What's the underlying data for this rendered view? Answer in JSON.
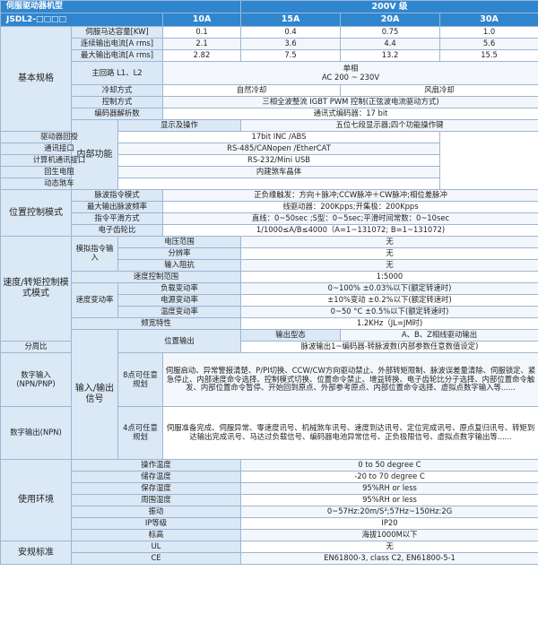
{
  "header": {
    "model_label": "伺服驱动器机型",
    "model_code": "JSDL2-□□□□",
    "voltage": "200V 级",
    "models": [
      "10A",
      "15A",
      "20A",
      "30A"
    ]
  },
  "basic": {
    "category": "基本规格",
    "motor_capacity": {
      "label": "伺服马达容量[KW]",
      "values": [
        "0.1",
        "0.4",
        "0.75",
        "1.0"
      ]
    },
    "continuous_current": {
      "label": "连续输出电流[A rms]",
      "values": [
        "2.1",
        "3.6",
        "4.4",
        "5.6"
      ]
    },
    "max_current": {
      "label": "最大输出电流[A rms]",
      "values": [
        "2.82",
        "7.5",
        "13.2",
        "15.5"
      ]
    },
    "main_circuit": {
      "label": "主回路 L1、L2",
      "value_line1": "单相",
      "value_line2": "AC 200 ~ 230V"
    },
    "cooling": {
      "label": "冷却方式",
      "value_a": "自然冷却",
      "value_b": "风扇冷却"
    },
    "control": {
      "label": "控制方式",
      "value": "三相全波整流 IGBT PWM 控制(正弦波电流驱动方式)"
    },
    "encoder": {
      "label": "编码器解析数",
      "value": "通讯式编码器：17 bit"
    }
  },
  "internal": {
    "category": "内部功能",
    "rows": [
      {
        "label": "显示及操作",
        "value": "五位七段显示器;四个功能操作键"
      },
      {
        "label": "驱动器回授",
        "value": "17bit INC /ABS"
      },
      {
        "label": "通讯接口",
        "value": "RS-485/CANopen /EtherCAT"
      },
      {
        "label": "计算机通讯接口",
        "value": "RS-232/Mini USB"
      },
      {
        "label": "回生电阻",
        "value": "内建煞车晶体"
      },
      {
        "label": "动态煞车",
        "value": ""
      }
    ]
  },
  "position": {
    "category": "位置控制模式",
    "rows": [
      {
        "label": "脉波指令模式",
        "value": "正负缘触发：方向＋脉冲;CCW脉冲＋CW脉冲;相位差脉冲"
      },
      {
        "label": "最大输出脉波频率",
        "value": "线驱动器：200Kpps;开集极：200Kpps"
      },
      {
        "label": "指令平滑方式",
        "value": "直线：0~50sec ;S型：0~5sec;平滑时间常数：0~10sec"
      },
      {
        "label": "电子齿轮比",
        "value": "1/1000≤A/B≤4000（A=1~131072; B=1~131072)"
      }
    ]
  },
  "speed": {
    "category": "速度/转矩控制模式模式",
    "analog_label": "模拟指令输入",
    "voltage_range": {
      "label": "电压范围",
      "value": "无"
    },
    "resolution": {
      "label": "分辨率",
      "value": "无"
    },
    "impedance": {
      "label": "输入阻抗",
      "value": "无"
    },
    "control_range": {
      "label": "速度控制范围",
      "value": "1:5000"
    },
    "variation_label": "速度变动率",
    "load": {
      "label": "负载变动率",
      "value": "0~100% ±0.03%以下(额定转速时)"
    },
    "power": {
      "label": "电源变动率",
      "value": "±10%变动 ±0.2%以下(额定转速时)"
    },
    "temp": {
      "label": "温度变动率",
      "value": "0~50 °C  ±0.5%以下(额定转速时)"
    },
    "bandwidth": {
      "label": "频宽特性",
      "value": "1.2KHz（JL=JM时)"
    }
  },
  "io": {
    "category": "输入/输出信号",
    "pos_output": "位置输出",
    "output_type": {
      "label": "输出型态",
      "value": "A、B、Z相线驱动输出"
    },
    "divide": {
      "label": "分周比",
      "value": "脉波输出1~编码器-转脉波数(内部参数任意数值设定)"
    },
    "din": {
      "label": "数字输入(NPN/PNP)",
      "count": "8点可任意规划",
      "value": "伺服启动、异常警报清楚、P/PI切换、CCW/CW方向驱动禁止、外部转矩限制、脉波误差量清除、伺服锁定、紧急停止、内部速度命令选择、控制模式切换、位置命令禁止、增益转换、电子齿轮比分子选择、内部位置命令触发、内部位置命令暂停、开始回到原点、外部参考原点、内部位置命令选择、虚拟点数字输入等......"
    },
    "dout": {
      "label": "数字输出(NPN)",
      "count": "4点可任意规划",
      "value": "伺服准备完成、伺服异常、零速度讯号、机械煞车讯号、速度到达讯号、定位完成讯号、原点复归讯号、转矩到达输出完成讯号、马达过负载信号、编码器电池异常信号、正负极限信号、虚拟点数字输出等......"
    }
  },
  "env": {
    "category": "使用环境",
    "rows": [
      {
        "label": "操作温度",
        "value": "0 to 50 degree C"
      },
      {
        "label": "储存温度",
        "value": "-20 to 70 degree C"
      },
      {
        "label": "保存湿度",
        "value": "95%RH or less"
      },
      {
        "label": "周围湿度",
        "value": "95%RH or less"
      },
      {
        "label": "振动",
        "value": "0~57Hz:20m/S²;57Hz~150Hz:2G"
      },
      {
        "label": "IP等级",
        "value": "IP20"
      },
      {
        "label": "标高",
        "value": "海拔1000M以下"
      }
    ]
  },
  "safety": {
    "category": "安规标准",
    "rows": [
      {
        "label": "UL",
        "value": "无"
      },
      {
        "label": "CE",
        "value": "EN61800-3, class C2, EN61800-5-1"
      }
    ]
  }
}
